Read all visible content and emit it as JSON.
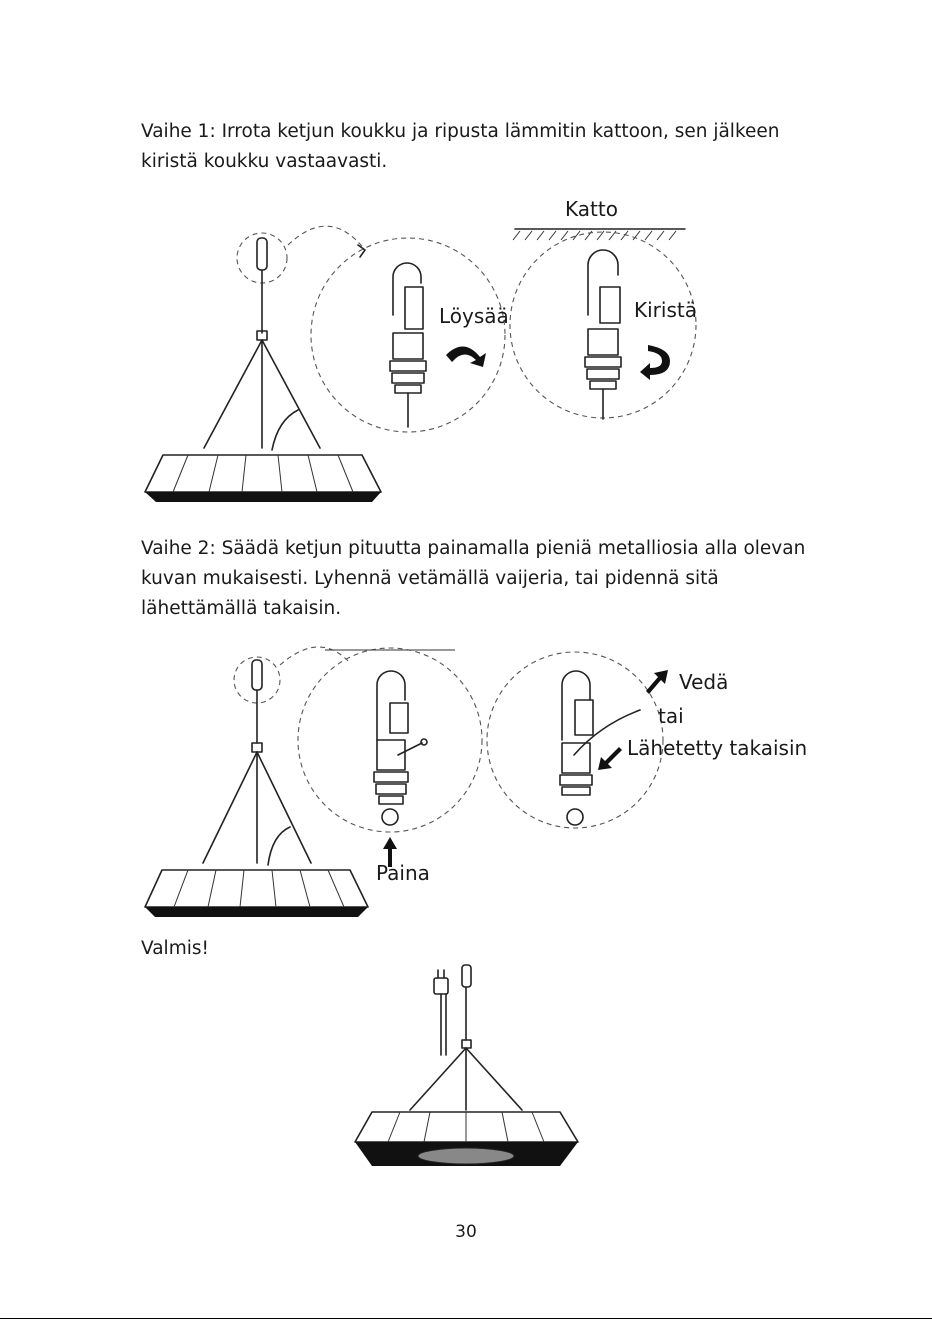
{
  "step1": {
    "text": "Vaihe 1: Irrota ketjun koukku ja ripusta lämmitin kattoon, sen jälkeen kiristä koukku vastaavasti."
  },
  "figure1": {
    "ceiling_label": "Katto",
    "loosen_label": "Löysää",
    "tighten_label": "Kiristä"
  },
  "step2": {
    "text": "Vaihe 2: Säädä ketjun pituutta painamalla pieniä metalliosia alla olevan kuvan mukaisesti. Lyhennä vetämällä vaijeria, tai pidennä sitä lähettämällä takaisin."
  },
  "figure2": {
    "pull_label": "Vedä",
    "or_label": "tai",
    "sent_back_label": "Lähetetty takaisin",
    "press_label": "Paina"
  },
  "done": {
    "text": "Valmis!"
  },
  "page": {
    "number": "30"
  }
}
